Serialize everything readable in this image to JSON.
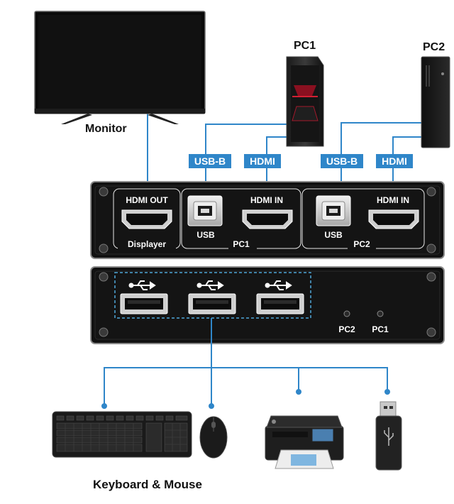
{
  "labels": {
    "monitor": "Monitor",
    "pc1": "PC1",
    "pc2": "PC2",
    "keyboard_mouse": "Keyboard & Mouse"
  },
  "cable_tags": {
    "usb_b_1": "USB-B",
    "hdmi_1": "HDMI",
    "usb_b_2": "USB-B",
    "hdmi_2": "HDMI"
  },
  "back_panel": {
    "hdmi_out": "HDMI OUT",
    "displayer": "Displayer",
    "usb_1": "USB",
    "hdmi_in_1": "HDMI IN",
    "pc1_group": "PC1",
    "usb_2": "USB",
    "hdmi_in_2": "HDMI IN",
    "pc2_group": "PC2"
  },
  "front_panel": {
    "led_pc2": "PC2",
    "led_pc1": "PC1"
  },
  "colors": {
    "cable": "#2f86c9",
    "tag_bg": "#2f86c9",
    "device_body": "#121212",
    "panel_text": "#ffffff"
  }
}
